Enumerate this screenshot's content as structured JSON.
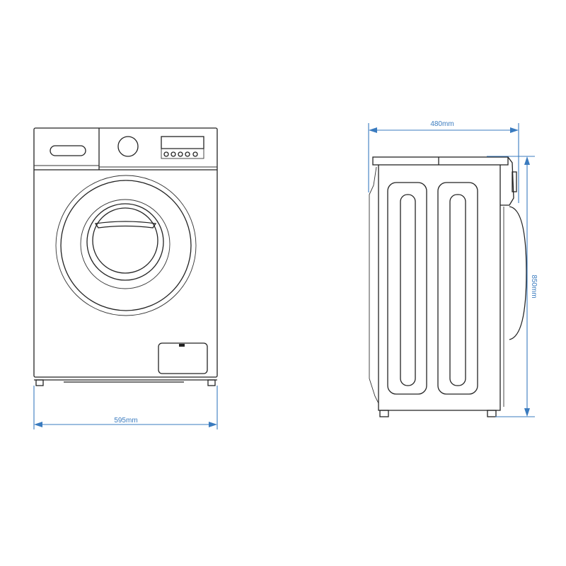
{
  "dimensions": {
    "width": "595mm",
    "depth": "480mm",
    "height": "850mm"
  },
  "colors": {
    "dimension_line": "#3a7bbf",
    "drawing_line": "#222222"
  }
}
